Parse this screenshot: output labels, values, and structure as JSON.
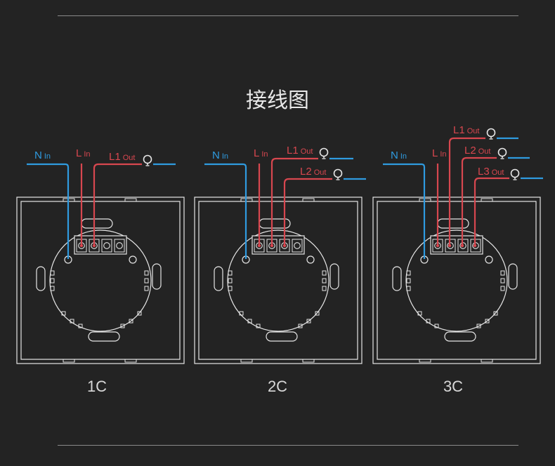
{
  "title": "接线图",
  "colors": {
    "background": "#232323",
    "neutral_wire": "#2f9be0",
    "live_wire": "#d8474f",
    "outline": "#e6e6e6",
    "title_text": "#e8e8e8",
    "rule": "#8a8a8a"
  },
  "panels": [
    {
      "caption": "1C",
      "labels": {
        "n": "N",
        "n_sub": "In",
        "l": "L",
        "l_sub": "In",
        "outs": [
          {
            "main": "L1",
            "sub": "Out"
          }
        ]
      }
    },
    {
      "caption": "2C",
      "labels": {
        "n": "N",
        "n_sub": "In",
        "l": "L",
        "l_sub": "In",
        "outs": [
          {
            "main": "L1",
            "sub": "Out"
          },
          {
            "main": "L2",
            "sub": "Out"
          }
        ]
      }
    },
    {
      "caption": "3C",
      "labels": {
        "n": "N",
        "n_sub": "In",
        "l": "L",
        "l_sub": "In",
        "outs": [
          {
            "main": "L1",
            "sub": "Out"
          },
          {
            "main": "L2",
            "sub": "Out"
          },
          {
            "main": "L3",
            "sub": "Out"
          }
        ]
      }
    }
  ]
}
